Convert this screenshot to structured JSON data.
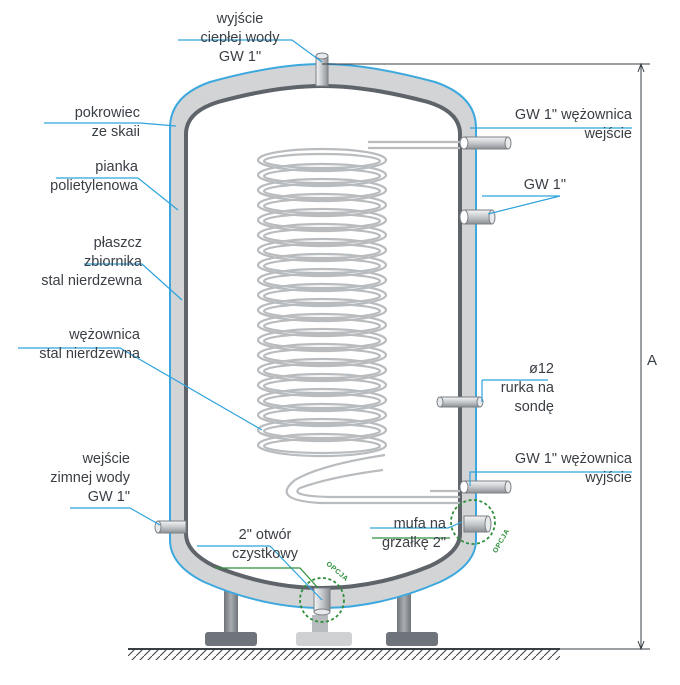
{
  "labels": {
    "hot_outlet": [
      "wyjście",
      "ciepłej wody",
      "GW 1\""
    ],
    "cover": [
      "pokrowiec",
      "ze skaii"
    ],
    "foam": [
      "pianka",
      "polietylenowa"
    ],
    "shell": [
      "płaszcz",
      "zbiornika",
      "stal nierdzewna"
    ],
    "coil": [
      "wężownica",
      "stal nierdzewna"
    ],
    "cold_inlet": [
      "wejście",
      "zimnej wody",
      "GW 1\""
    ],
    "coil_inlet": [
      "GW 1\" wężownica",
      "wejście"
    ],
    "gw1": [
      "GW 1\""
    ],
    "sensor_tube": [
      "ø12",
      "rurka na",
      "sondę"
    ],
    "coil_outlet": [
      "GW 1\" wężownica",
      "wyjście"
    ],
    "cleanout": [
      "2\" otwór",
      "czystkowy"
    ],
    "heater_socket": [
      "mufa na",
      "grzałkę 2\""
    ],
    "option_badge": "OPCJA",
    "dimension": "A"
  },
  "colors": {
    "leader_blue": "#2ea3dc",
    "cover_blue": "#3da8de",
    "insulation_grey": "#d2d4d6",
    "shell_dark": "#5f646a",
    "coil_grey": "#b9bcbf",
    "option_green": "#2f8f3b",
    "text": "#3a3f45"
  }
}
